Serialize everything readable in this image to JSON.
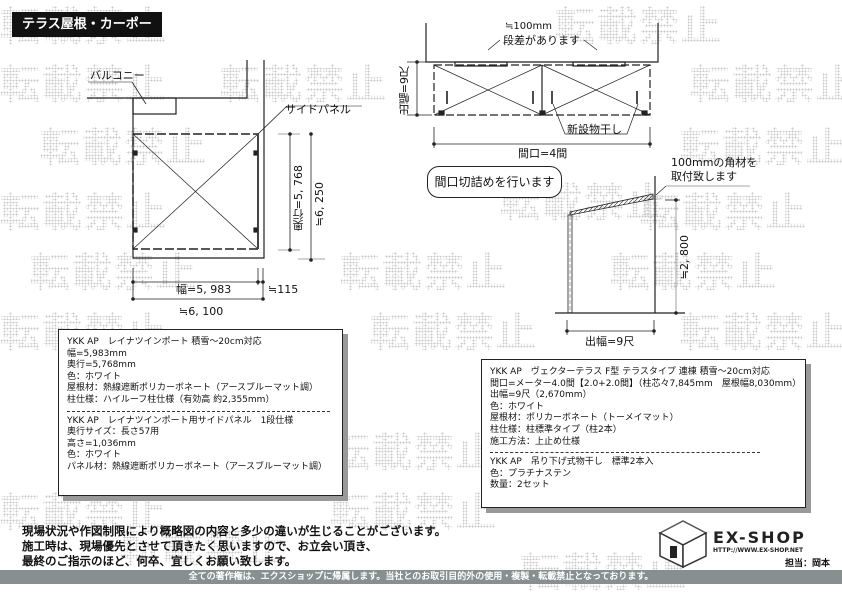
{
  "header": {
    "title": "テラス屋根・カーポート"
  },
  "watermark": {
    "text": "転載禁止"
  },
  "carport_plan": {
    "balcony_label": "バルコニー",
    "side_panel_label": "サイドパネル",
    "width_label": "幅=5, 983",
    "depth_label": "奥行=5, 768",
    "overall_depth_label": "≒6, 250",
    "overall_width_label": "≒6, 100",
    "offset_label": "≒115"
  },
  "terrace_plan": {
    "step_height": "≒100mm",
    "step_note": "段差があります",
    "depth_label": "出幅=9尺",
    "laundry_label": "新設物干し",
    "frontage_label": "間口=4間",
    "trim_note": "間口切詰めを行います"
  },
  "terrace_section": {
    "angle_note_line1": "100mmの角材を",
    "angle_note_line2": "取付致します",
    "height_label": "≒2, 800",
    "depth_label": "出幅=9尺"
  },
  "spec_carport": {
    "lines_a": [
      "YKK AP　レイナツインポート 積雪～20cm対応",
      "幅=5,983mm",
      "奥行=5,768mm",
      "色：ホワイト",
      "屋根材：熱線遮断ポリカーボネート（アースブルーマット調）",
      "柱仕様：ハイルーフ柱仕様（有効高 約2,355mm）"
    ],
    "lines_b": [
      "YKK AP　レイナツインポート用サイドパネル　1段仕様",
      "奥行サイズ：長さ57用",
      "高さ=1,036mm",
      "色：ホワイト",
      "パネル材：熱線遮断ポリカーボネート（アースブルーマット調）"
    ]
  },
  "spec_terrace": {
    "lines_a": [
      "YKK AP　ヴェクターテラス F型 テラスタイプ 連棟 積雪～20cm対応",
      "間口=メーター4.0間【2.0+2.0間】（柱芯々7,845mm　屋根幅8,030mm）",
      "出幅=9尺（2,670mm）",
      "色：ホワイト",
      "屋根材：ポリカーボネート（トーメイマット）",
      "柱仕様：柱標準タイプ（柱2本）",
      "施工方法：上止め仕様"
    ],
    "lines_b": [
      "YKK AP　吊り下げ式物干し　標準2本入",
      "色：プラチナステン",
      "数量：2セット"
    ]
  },
  "notice": {
    "lines": [
      "現場状況や作図制限により概略図の内容と多少の違いが生じることがございます。",
      "施工時は、現場優先とさせて頂きたく思いますので、お立会い頂き、",
      "最終のご指示のほど、何卒、宜しくお願い致します。"
    ]
  },
  "logo": {
    "name": "EX-SHOP",
    "url": "HTTP://WWW.EX-SHOP.NET",
    "contact": "担当：岡本"
  },
  "footer": {
    "copyright": "全ての著作権は、エクスショップに帰属します。当社とのお取引目的外の使用・複製・転載禁止となっております。"
  }
}
